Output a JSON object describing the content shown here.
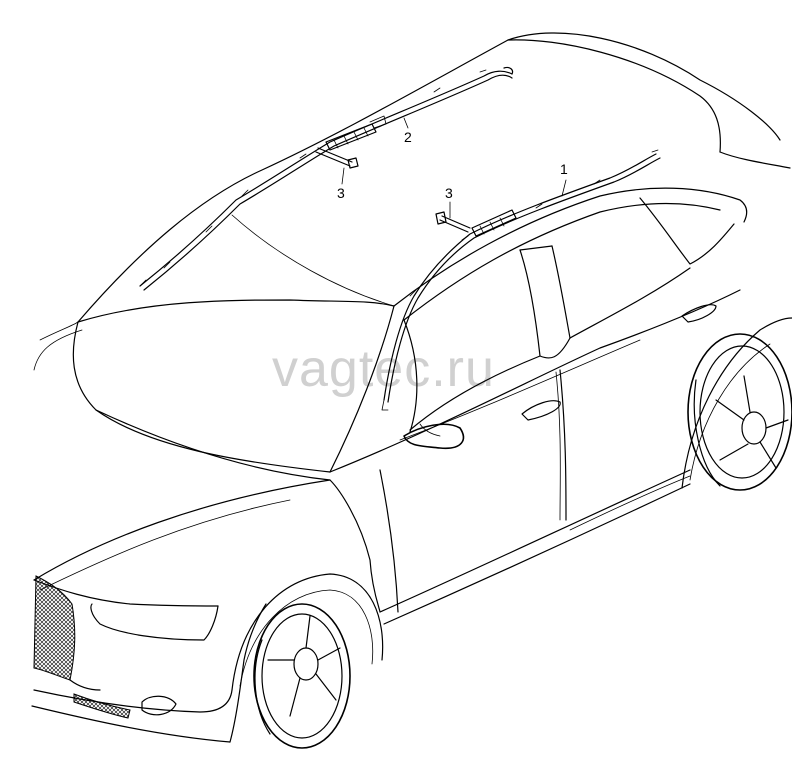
{
  "watermark": "vagtec.ru",
  "callouts": [
    {
      "id": "1",
      "label": "1"
    },
    {
      "id": "2",
      "label": "2"
    },
    {
      "id": "3a",
      "label": "3"
    },
    {
      "id": "3b",
      "label": "3"
    }
  ]
}
